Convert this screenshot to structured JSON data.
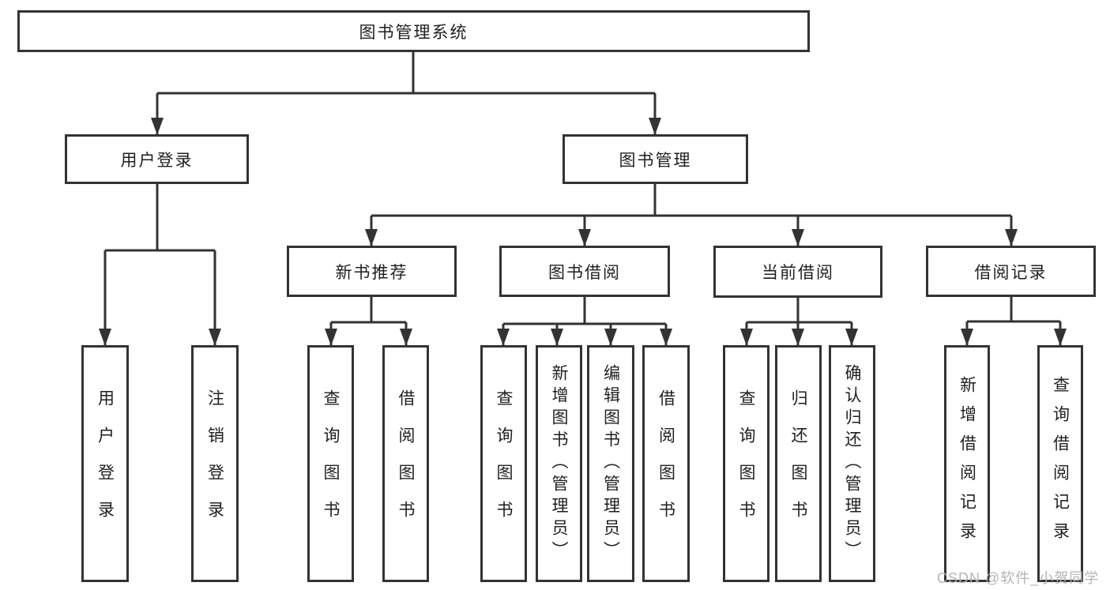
{
  "tree": {
    "label": "图书管理系统",
    "children": [
      {
        "label": "用户登录",
        "children": [
          {
            "label": "用户登录"
          },
          {
            "label": "注销登录"
          }
        ]
      },
      {
        "label": "图书管理",
        "children": [
          {
            "label": "新书推荐",
            "children": [
              {
                "label": "查询图书"
              },
              {
                "label": "借阅图书"
              }
            ]
          },
          {
            "label": "图书借阅",
            "children": [
              {
                "label": "查询图书"
              },
              {
                "label": "新增图书（管理员）"
              },
              {
                "label": "编辑图书（管理员）"
              },
              {
                "label": "借阅图书"
              }
            ]
          },
          {
            "label": "当前借阅",
            "children": [
              {
                "label": "查询图书"
              },
              {
                "label": "归还图书"
              },
              {
                "label": "确认归还（管理员）"
              }
            ]
          },
          {
            "label": "借阅记录",
            "children": [
              {
                "label": "新增借阅记录"
              },
              {
                "label": "查询借阅记录"
              }
            ]
          }
        ]
      }
    ]
  },
  "watermark": "CSDN @软件_小贺同学",
  "colors": {
    "line": "#333333",
    "text": "#1f1f1f",
    "watermark": "#b5b5b5",
    "background": "#ffffff"
  }
}
